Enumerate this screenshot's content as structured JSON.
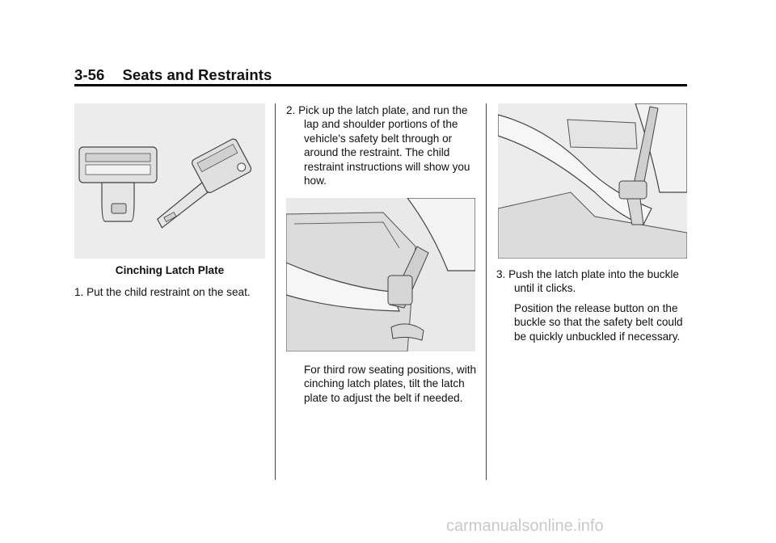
{
  "header": {
    "page_number": "3-56",
    "section_title": "Seats and Restraints"
  },
  "figure1": {
    "caption": "Cinching Latch Plate"
  },
  "steps": {
    "step1": "1. Put the child restraint on the seat.",
    "step2": "2. Pick up the latch plate, and run the lap and shoulder portions of the vehicle's safety belt through or around the restraint. The child restraint instructions will show you how.",
    "step2_note": "For third row seating positions, with cinching latch plates, tilt the latch plate to adjust the belt if needed.",
    "step3": "3. Push the latch plate into the buckle until it clicks.",
    "step3_note": "Position the release button on the buckle so that the safety belt could be quickly unbuckled if necessary."
  },
  "footer": {
    "watermark": "carmanualsonline.info"
  }
}
